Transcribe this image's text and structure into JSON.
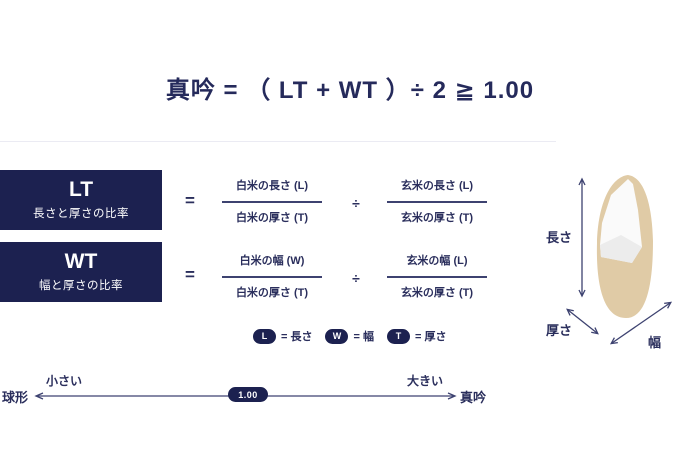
{
  "title": "真吟 = （ LT + WT ）÷ 2 ≧ 1.00",
  "colors": {
    "navy": "#1c2150",
    "text_navy": "#2a2e5c",
    "arrow_navy": "#3d4270",
    "grain_tan": "#e0cba6",
    "divider": "#ebebf3"
  },
  "terms": {
    "lt": {
      "abbr": "LT",
      "desc": "長さと厚さの比率"
    },
    "wt": {
      "abbr": "WT",
      "desc": "幅と厚さの比率"
    }
  },
  "equations": {
    "equals": "=",
    "divide": "÷",
    "rows": [
      {
        "left_num": "白米の長さ (L)",
        "left_den": "白米の厚さ (T)",
        "right_num": "玄米の長さ (L)",
        "right_den": "玄米の厚さ (T)"
      },
      {
        "left_num": "白米の幅 (W)",
        "left_den": "白米の厚さ (T)",
        "right_num": "玄米の幅 (L)",
        "right_den": "玄米の厚さ (T)"
      }
    ]
  },
  "legend": {
    "items": [
      {
        "badge": "L",
        "label": "= 長さ"
      },
      {
        "badge": "W",
        "label": "= 幅"
      },
      {
        "badge": "T",
        "label": "= 厚さ"
      }
    ]
  },
  "scale": {
    "left_end": "球形",
    "left_label": "小さい",
    "value": "1.00",
    "right_label": "大きい",
    "right_end": "真吟"
  },
  "grain": {
    "length_label": "長さ",
    "thickness_label": "厚さ",
    "width_label": "幅"
  }
}
